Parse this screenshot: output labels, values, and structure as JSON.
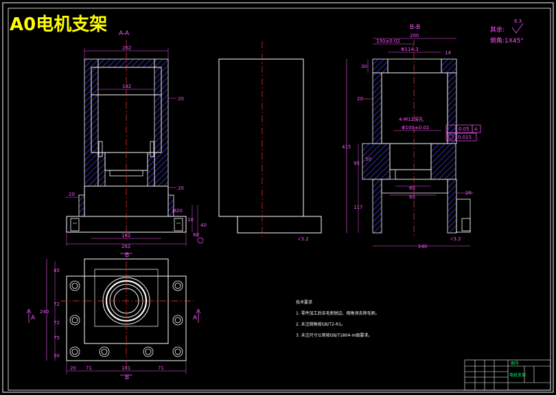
{
  "title": "A0电机支架",
  "section_labels": {
    "a": "A-A",
    "b": "B-B",
    "b_top": "B",
    "b_bottom": "B",
    "a_left": "A",
    "a_right": "A"
  },
  "finish": {
    "rest": "其余:",
    "roughness": "6.3",
    "chamfer": "倒角:1X45°"
  },
  "dims": {
    "aa_top": "262",
    "aa_inner": "182",
    "aa_right_20a": "20",
    "aa_right_20b": "20",
    "aa_left_20": "20",
    "aa_bottom_182": "182",
    "aa_bottom_262": "262",
    "aa_m20": "M20",
    "aa_v10": "10",
    "aa_v40": "40",
    "aa_v60": "60",
    "bb_200": "200",
    "bb_150": "150±0.02",
    "bb_d114": "Φ114.3",
    "bb_14": "14",
    "bb_30": "30",
    "bb_20": "20",
    "bb_d100": "Φ100±0.02",
    "bb_415": "415",
    "bb_95": "95",
    "bb_50": "50",
    "bb_117": "117",
    "bb_60a": "60",
    "bb_60b": "60",
    "bb_20b": "20",
    "bb_240": "240",
    "bb_m12": "4-M12深孔",
    "tol_1": "0.05",
    "tol_1_ref": "A",
    "tol_2": "0.015",
    "pv_45": "45",
    "pv_72a": "72",
    "pv_72b": "72",
    "pv_75": "75",
    "pv_30": "30",
    "pv_240": "240",
    "pv_20": "20",
    "pv_71a": "71",
    "pv_181": "181",
    "pv_71b": "71"
  },
  "notes": {
    "heading": "技术要求",
    "items": [
      "1. 零件加工后去毛刺锐边、倒角须去除毛刺。",
      "2. 未注倒角按GB/T2-R1。",
      "3. 未注尺寸公差按GB/T1804-m级要求。"
    ]
  },
  "title_block": {
    "name": "电机支架",
    "code": "图号"
  }
}
